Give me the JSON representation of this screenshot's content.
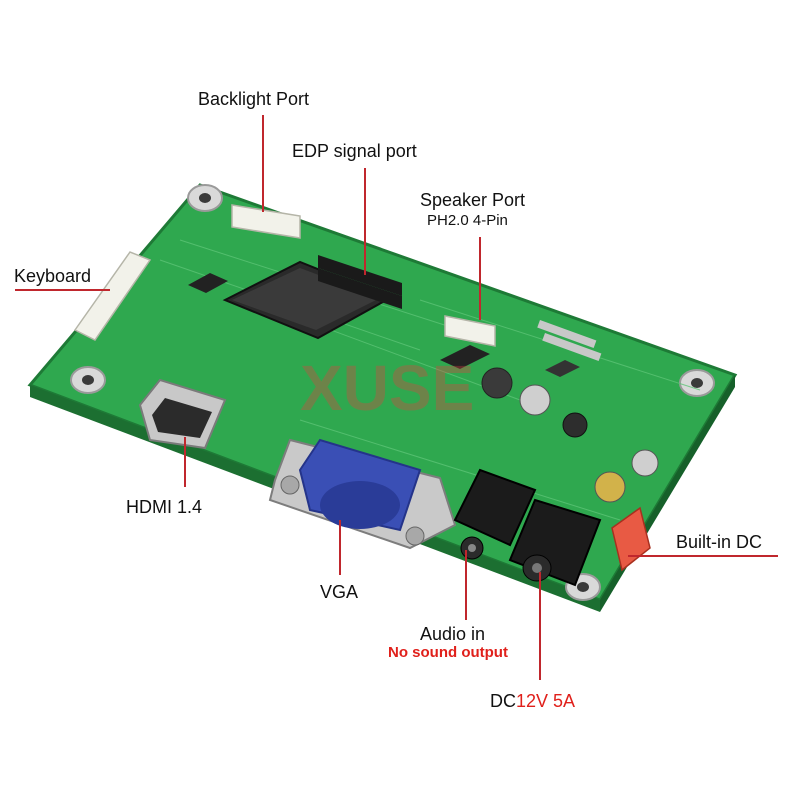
{
  "colors": {
    "pcb": "#2fa84f",
    "pcb_edge": "#1e7a36",
    "leader": "#c0272d",
    "accent_text": "#e0201b",
    "watermark": "#e04040"
  },
  "labels": {
    "backlight_port": "Backlight Port",
    "edp_signal_port": "EDP signal port",
    "speaker_port": "Speaker Port",
    "speaker_port_spec": "PH2.0 4-Pin",
    "keyboard": "Keyboard",
    "hdmi": "HDMI 1.4",
    "vga": "VGA",
    "audio_in": "Audio in",
    "audio_note": "No sound output",
    "built_in_dc": "Built-in DC",
    "dc_prefix": "DC",
    "dc_rating": "12V 5A"
  },
  "watermark": "XUSE",
  "icons": {
    "board": "driver-board",
    "hdmi": "hdmi-port-icon",
    "vga": "vga-port-icon",
    "audio": "audio-jack-icon",
    "dc": "dc-jack-icon"
  }
}
